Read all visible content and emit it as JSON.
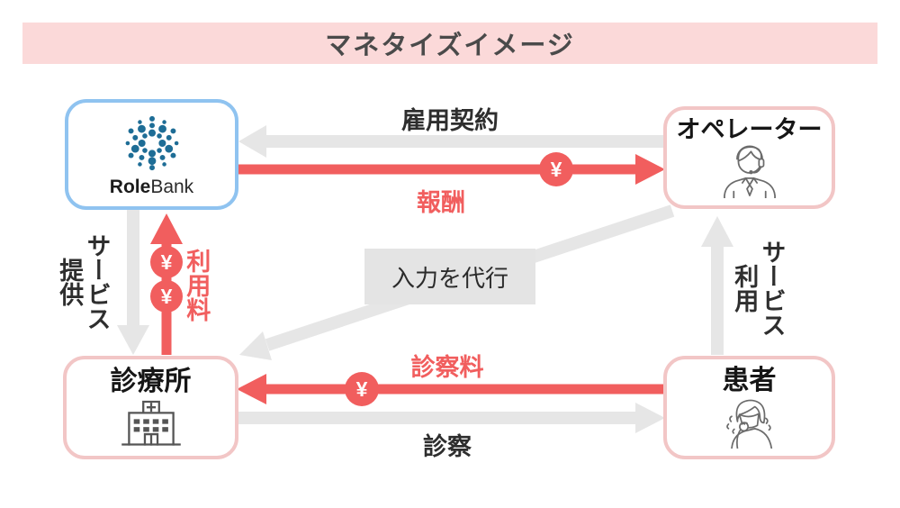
{
  "title": "マネタイズイメージ",
  "nodes": {
    "rolebank": {
      "brand_bold": "Role",
      "brand_light": "Bank"
    },
    "operator": {
      "label": "オペレーター"
    },
    "clinic": {
      "label": "診療所"
    },
    "patient": {
      "label": "患者"
    }
  },
  "edges": {
    "employment": {
      "label": "雇用契約"
    },
    "reward": {
      "label": "報酬"
    },
    "service_provide": {
      "label": "サービス\n提供"
    },
    "usage_fee": {
      "label": "利用料"
    },
    "proxy_input": {
      "label": "入力を代行"
    },
    "service_use": {
      "label": "サービス\n利用"
    },
    "consult_fee": {
      "label": "診察料"
    },
    "consult": {
      "label": "診察"
    }
  },
  "symbols": {
    "yen": "¥"
  },
  "colors": {
    "accent_red": "#f15e5e",
    "banner_pink": "#fbd9d9",
    "box_pink_border": "#f2c6c6",
    "box_blue_border": "#8fc3f0",
    "arrow_gray": "#e6e6e6",
    "label_box_gray": "#e4e4e4",
    "logo_teal": "#1e6d96"
  }
}
